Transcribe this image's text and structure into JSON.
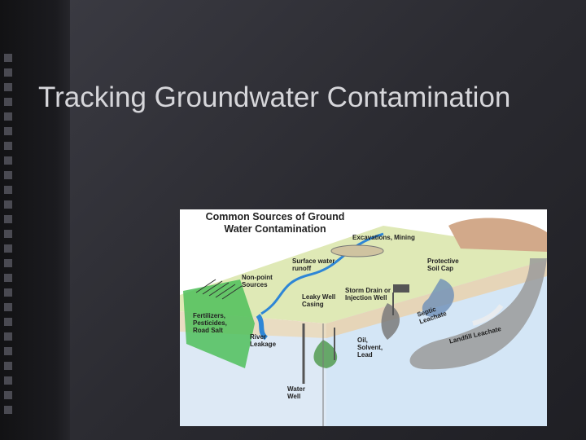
{
  "slide": {
    "title": "Tracking Groundwater Contamination"
  },
  "figure": {
    "title": "Common Sources of Ground Water Contamination",
    "labels": {
      "excavations": "Excavations, Mining",
      "surface_runoff": "Surface water runoff",
      "protective_cap": "Protective Soil Cap",
      "non_point": "Non-point Sources",
      "leaky_well": "Leaky Well Casing",
      "storm_drain": "Storm Drain or Injection Well",
      "septic": "Septic Leachate",
      "fertilizers": "Fertilizers, Pesticides, Road Salt",
      "river": "River Leakage",
      "oil": "Oil, Solvent, Lead",
      "landfill": "Landfill Leachate",
      "water_well": "Water Well"
    }
  },
  "colors": {
    "background": "#2a2a30",
    "title_text": "#d6d6da",
    "ground_surface": "#dfe9b6",
    "soil": "#e9dcc2",
    "aquifer": "#d4e6f6",
    "river": "#2e86d6",
    "plume_green": "#5aa05a",
    "landfill": "#d2a98a",
    "plume_gray": "#9a9a9a"
  }
}
